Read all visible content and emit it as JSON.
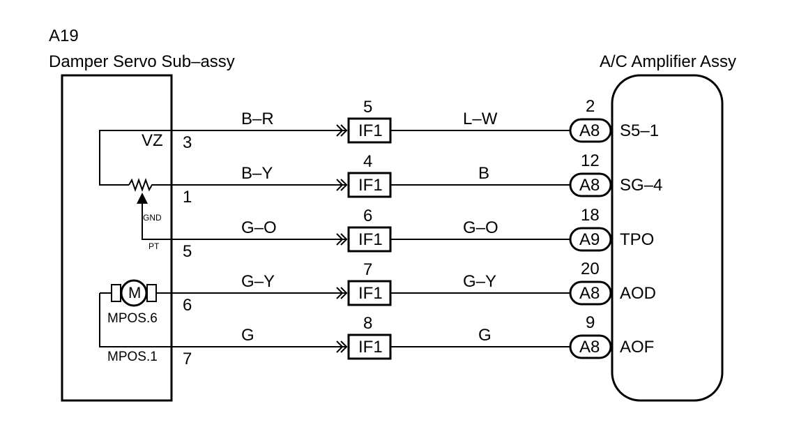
{
  "left_component": {
    "id": "A19",
    "name": "Damper Servo Sub–assy",
    "internal_labels": {
      "vz": "VZ",
      "gnd": "GND",
      "pt": "PT",
      "motor": "M",
      "mpos6": "MPOS.6",
      "mpos1": "MPOS.1"
    }
  },
  "right_component": {
    "name": "A/C Amplifier Assy"
  },
  "circuits": [
    {
      "left_pin": "3",
      "left_wire": "B–R",
      "connector": "IF1",
      "connector_pin": "5",
      "right_wire": "L–W",
      "amp_connector": "A8",
      "amp_pin": "2",
      "terminal": "S5–1"
    },
    {
      "left_pin": "1",
      "left_wire": "B–Y",
      "connector": "IF1",
      "connector_pin": "4",
      "right_wire": "B",
      "amp_connector": "A8",
      "amp_pin": "12",
      "terminal": "SG–4"
    },
    {
      "left_pin": "5",
      "left_wire": "G–O",
      "connector": "IF1",
      "connector_pin": "6",
      "right_wire": "G–O",
      "amp_connector": "A9",
      "amp_pin": "18",
      "terminal": "TPO"
    },
    {
      "left_pin": "6",
      "left_wire": "G–Y",
      "connector": "IF1",
      "connector_pin": "7",
      "right_wire": "G–Y",
      "amp_connector": "A8",
      "amp_pin": "20",
      "terminal": "AOD"
    },
    {
      "left_pin": "7",
      "left_wire": "G",
      "connector": "IF1",
      "connector_pin": "8",
      "right_wire": "G",
      "amp_connector": "A8",
      "amp_pin": "9",
      "terminal": "AOF"
    }
  ]
}
